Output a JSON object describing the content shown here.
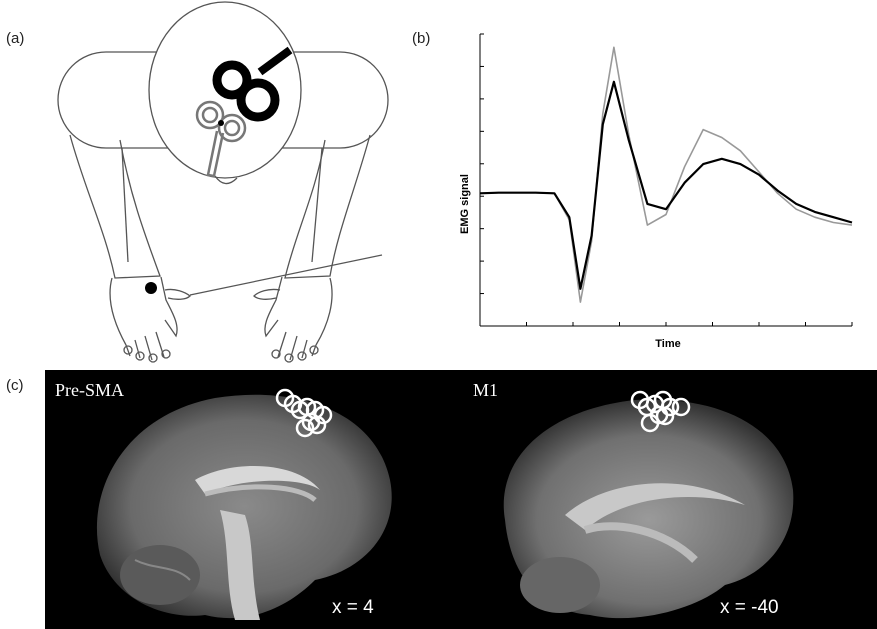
{
  "panels": {
    "a": {
      "label": "(a)"
    },
    "b": {
      "label": "(b)",
      "ylabel": "EMG signal",
      "xlabel": "Time"
    },
    "c": {
      "label": "(c)",
      "left": {
        "title": "Pre-SMA",
        "coord": "x = 4"
      },
      "right": {
        "title": "M1",
        "coord": "x = -40"
      }
    }
  },
  "chart_data": {
    "type": "line",
    "title": "",
    "xlabel": "Time",
    "ylabel": "EMG signal",
    "y_ticks_labelled": false,
    "x_ticks_labelled": false,
    "series": [
      {
        "color": "#999999",
        "x": [
          0,
          5,
          10,
          15,
          20,
          24,
          27,
          30,
          33,
          36,
          40,
          45,
          50,
          55,
          60,
          65,
          70,
          75,
          80,
          85,
          90,
          95,
          100
        ],
        "y": [
          0.0,
          0.01,
          0.01,
          0.01,
          0.0,
          -0.5,
          -2.05,
          -0.9,
          1.5,
          2.75,
          1.1,
          -0.6,
          -0.4,
          0.5,
          1.2,
          1.05,
          0.8,
          0.4,
          0.0,
          -0.3,
          -0.45,
          -0.55,
          -0.6
        ]
      },
      {
        "color": "#000000",
        "x": [
          0,
          5,
          10,
          15,
          20,
          24,
          27,
          30,
          33,
          36,
          40,
          45,
          50,
          55,
          60,
          65,
          70,
          75,
          80,
          85,
          90,
          95,
          100
        ],
        "y": [
          0.0,
          0.01,
          0.01,
          0.01,
          0.0,
          -0.45,
          -1.8,
          -0.8,
          1.3,
          2.1,
          1.0,
          -0.2,
          -0.3,
          0.2,
          0.55,
          0.65,
          0.55,
          0.35,
          0.05,
          -0.2,
          -0.35,
          -0.45,
          -0.55
        ]
      }
    ],
    "ylim": [
      -2.5,
      3.0
    ],
    "xlim": [
      0,
      100
    ]
  }
}
